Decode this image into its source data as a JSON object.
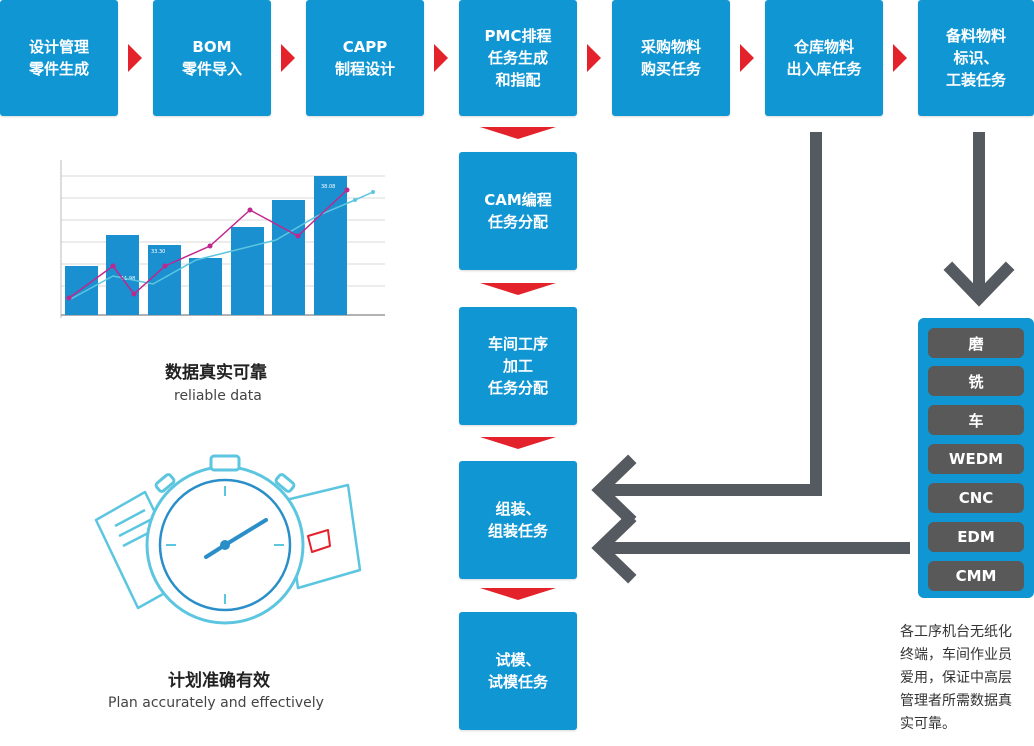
{
  "top_row": [
    {
      "label": "设计管理\n零件生成"
    },
    {
      "label": "BOM\n零件导入"
    },
    {
      "label": "CAPP\n制程设计"
    },
    {
      "label": "PMC排程\n任务生成\n和指配"
    },
    {
      "label": "采购物料\n购买任务"
    },
    {
      "label": "仓库物料\n出入库任务"
    },
    {
      "label": "备料物料\n标识、\n工装任务"
    }
  ],
  "middle_column": [
    {
      "label": "CAM编程\n任务分配"
    },
    {
      "label": "车间工序\n加工\n任务分配"
    },
    {
      "label": "组装、\n组装任务"
    },
    {
      "label": "试模、\n试模任务"
    }
  ],
  "machines": [
    "磨",
    "铣",
    "车",
    "WEDM",
    "CNC",
    "EDM",
    "CMM"
  ],
  "machine_note": [
    "各工序机台无纸化",
    "终端，车间作业员",
    "爱用，保证中高层",
    "管理者所需数据真",
    "实可靠。"
  ],
  "captions": {
    "data_cn": "数据真实可靠",
    "data_en": "reliable data",
    "plan_cn": "计划准确有效",
    "plan_en": "Plan accurately and effectively"
  },
  "mini_chart": {
    "bar_labels": [
      "11.98",
      "33.30",
      "38.08"
    ]
  },
  "colors": {
    "box_blue": "#1196d4",
    "arrow_red": "#e3222b",
    "arrow_gray": "#555a60",
    "machine_gray": "#595959",
    "chart_bar": "#1a90d0",
    "chart_line_magenta": "#c1268e",
    "chart_line_cyan": "#5cc6e0"
  },
  "icons": [
    "stopwatch-icon",
    "document-icon",
    "card-icon"
  ]
}
